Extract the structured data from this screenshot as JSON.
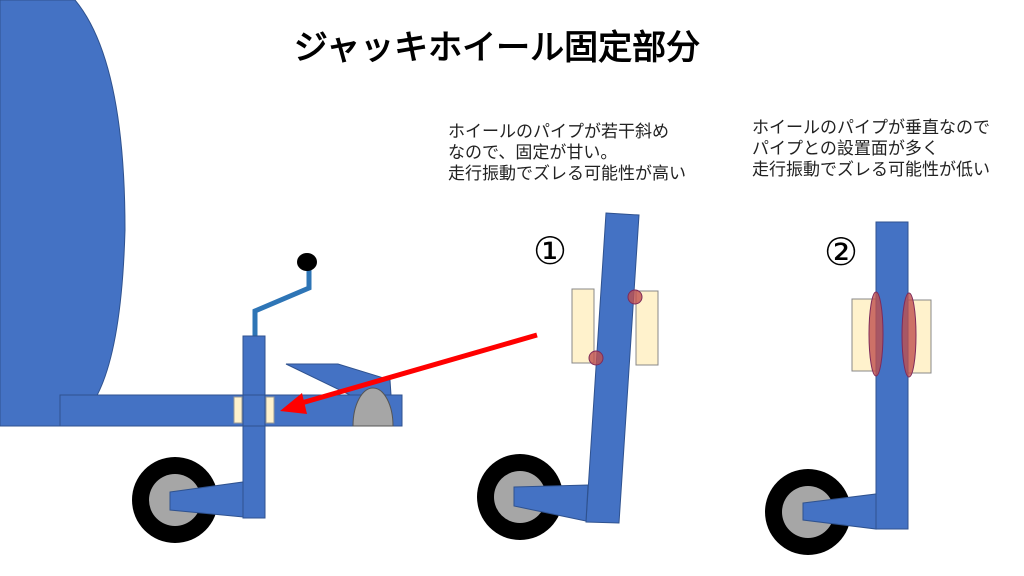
{
  "title": "ジャッキホイール固定部分",
  "case1": {
    "number": "①",
    "lines": [
      "ホイールのパイプが若干斜め",
      "なので、固定が甘い。",
      "走行振動でズレる可能性が高い"
    ]
  },
  "case2": {
    "number": "②",
    "lines": [
      "ホイールのパイプが垂直なので",
      "パイプとの設置面が多く",
      "走行振動でズレる可能性が低い"
    ]
  },
  "colors": {
    "blue": "#4472c4",
    "cream": "#fff2cc",
    "red": "#ff0000",
    "contact": "#c0504d",
    "gray": "#a6a6a6",
    "tire": "#000000"
  }
}
